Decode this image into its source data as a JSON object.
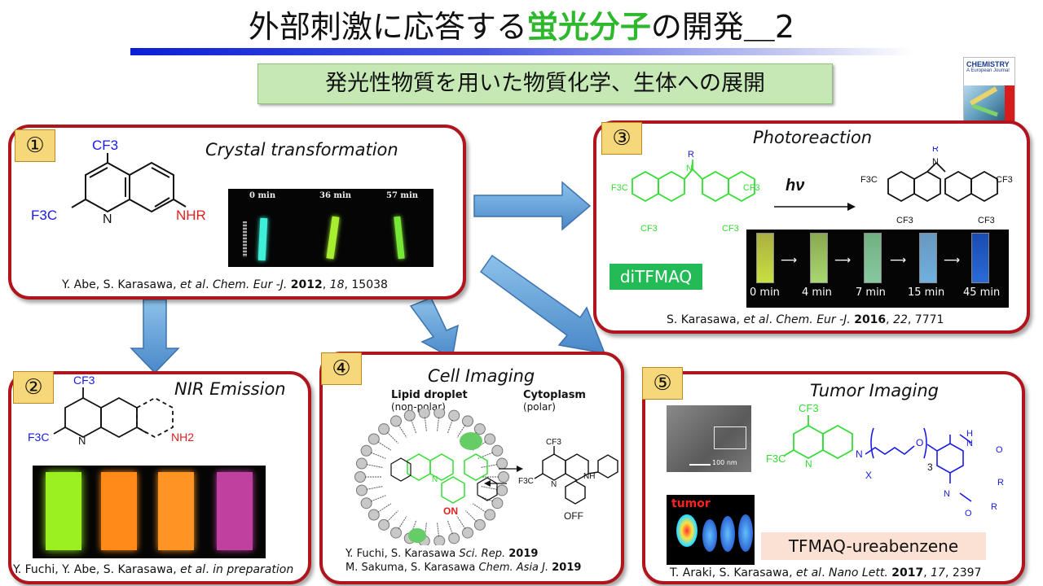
{
  "header": {
    "title_prefix": "外部刺激に応答する",
    "title_highlight": "蛍光分子",
    "title_suffix": "の開発＿2",
    "subtitle": "発光性物質を用いた物質化学、生体への展開"
  },
  "journal_cover": {
    "line1": "CHEMISTRY",
    "line2": "A European Journal"
  },
  "panels": {
    "p1": {
      "number": "①",
      "title": "Crystal transformation",
      "times": [
        "0 min",
        "36 min",
        "57 min"
      ],
      "struct": {
        "cf3": "CF3",
        "f3c": "F3C",
        "n": "N",
        "nhr": "NHR"
      },
      "cite": {
        "a": "Y. Abe, S. Karasawa, ",
        "etal": "et al",
        "b": ". ",
        "journal": "Chem. Eur -J.",
        "c": " ",
        "year": "2012",
        "d": ", ",
        "vol": "18",
        "e": ", 15038"
      }
    },
    "p2": {
      "number": "②",
      "title": "NIR Emission",
      "struct": {
        "cf3": "CF3",
        "f3c": "F3C",
        "n": "N",
        "nh2": "NH2"
      },
      "cite": {
        "a": "Y. Fuchi, Y. Abe, S. Karasawa, ",
        "etal": "et al",
        "b": ". ",
        "journal": "in preparation"
      }
    },
    "p3": {
      "number": "③",
      "title": "Photoreaction",
      "hv": "hν",
      "compound": "diTFMAQ",
      "times": [
        "0 min",
        "4 min",
        "7 min",
        "15 min",
        "45 min"
      ],
      "struct": {
        "r": "R",
        "n": "N",
        "cf3": "CF3",
        "f3c": "F3C"
      },
      "cite": {
        "a": "S. Karasawa, ",
        "etal": "et al",
        "b": ". ",
        "journal": "Chem. Eur -J.",
        "c": " ",
        "year": "2016",
        "d": ", ",
        "vol": "22",
        "e": ", 7771"
      }
    },
    "p4": {
      "number": "④",
      "title": "Cell Imaging",
      "lipid": "Lipid droplet",
      "lipid_sub": "(non-polar)",
      "cyto": "Cytoplasm",
      "cyto_sub": "(polar)",
      "on": "ON",
      "off": "OFF",
      "struct": {
        "cf3": "CF3",
        "f3c": "F3C",
        "n": "N",
        "nh": "NH"
      },
      "cite1": {
        "a": "Y. Fuchi, S. Karasawa ",
        "journal": "Sci. Rep.",
        "c": " ",
        "year": "2019"
      },
      "cite2": {
        "a": "M. Sakuma, S. Karasawa ",
        "journal": "Chem. Asia J.",
        "c": " ",
        "year": "2019"
      }
    },
    "p5": {
      "number": "⑤",
      "title": "Tumor Imaging",
      "scale": "100 nm",
      "tumor": "tumor",
      "compound": "TFMAQ-ureabenzene",
      "struct": {
        "cf3": "CF3",
        "f3c": "F3C",
        "n": "N",
        "x": "X",
        "o": "O",
        "three": "3",
        "r": "R",
        "nh": "N",
        "h": "H"
      },
      "cite": {
        "a": "T. Araki, S. Karasawa, ",
        "etal": "et al",
        "b": ". ",
        "journal": "Nano Lett.",
        "c": " ",
        "year": "2017",
        "d": ", ",
        "vol": "17",
        "e": ", 2397"
      }
    }
  },
  "colors": {
    "panel_border": "#b0141c",
    "badge": "#f6d77a",
    "title_green": "#2eb82e",
    "structure_blue": "#1a1ae6",
    "structure_green": "#33dd33",
    "arrow": "#6aa8dc"
  }
}
